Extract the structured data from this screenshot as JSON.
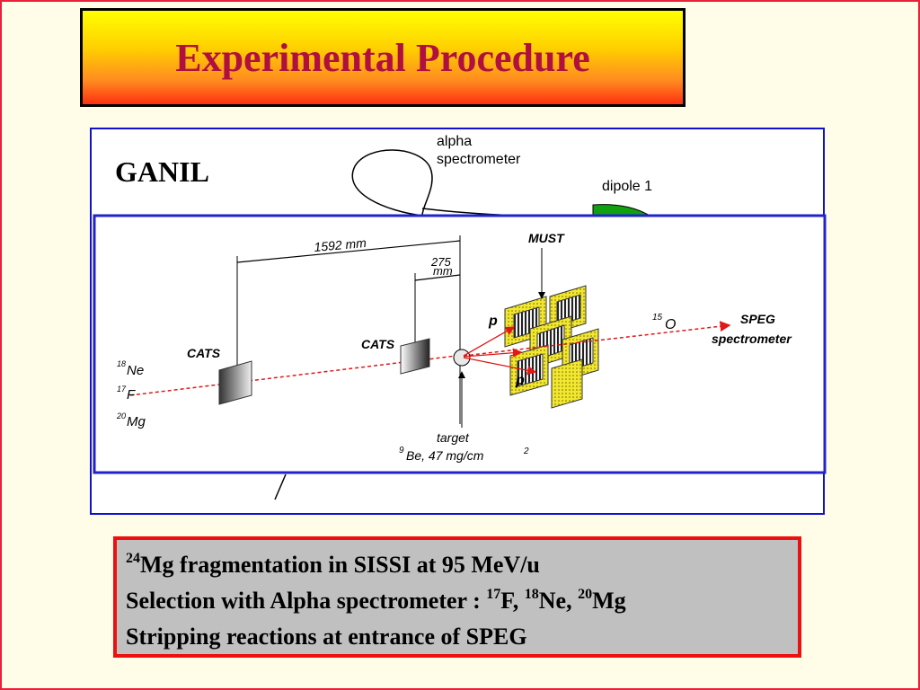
{
  "slide": {
    "title": "Experimental Procedure"
  },
  "diagram": {
    "facility": "GANIL",
    "labels": {
      "alpha": "alpha",
      "spectrometer": "spectrometer",
      "dipole": "dipole 1",
      "distance_long": "1592 mm",
      "distance_short_1": "275",
      "distance_short_2": "mm",
      "must": "MUST",
      "cats_1": "CATS",
      "cats_2": "CATS",
      "p_upper": "p",
      "p_lower": "p",
      "oxygen_mass": "15",
      "oxygen": "O",
      "speg": "SPEG",
      "speg_spectrometer": "spectrometer",
      "target": "target",
      "target_mass": "9",
      "target_spec": "Be,  47  mg/cm",
      "target_exp": "2"
    },
    "beams": [
      {
        "mass": "18",
        "symbol": "Ne"
      },
      {
        "mass": "17",
        "symbol": "F"
      },
      {
        "mass": "20",
        "symbol": "Mg"
      }
    ],
    "colors": {
      "beam": "#e01818",
      "outer_border": "#1010d0",
      "inner_border": "#2222cc",
      "dipole": "#10a010",
      "detector": "#e8e020"
    }
  },
  "info": {
    "line1": {
      "sup": "24",
      "text": "Mg fragmentation in SISSI at 95 MeV/u"
    },
    "line2": {
      "text": "Selection with Alpha spectrometer : ",
      "sup1": "17",
      "el1": "F, ",
      "sup2": "18",
      "el2": "Ne, ",
      "sup3": "20",
      "el3": "Mg"
    },
    "line3": {
      "text": "Stripping reactions at entrance of SPEG"
    }
  }
}
